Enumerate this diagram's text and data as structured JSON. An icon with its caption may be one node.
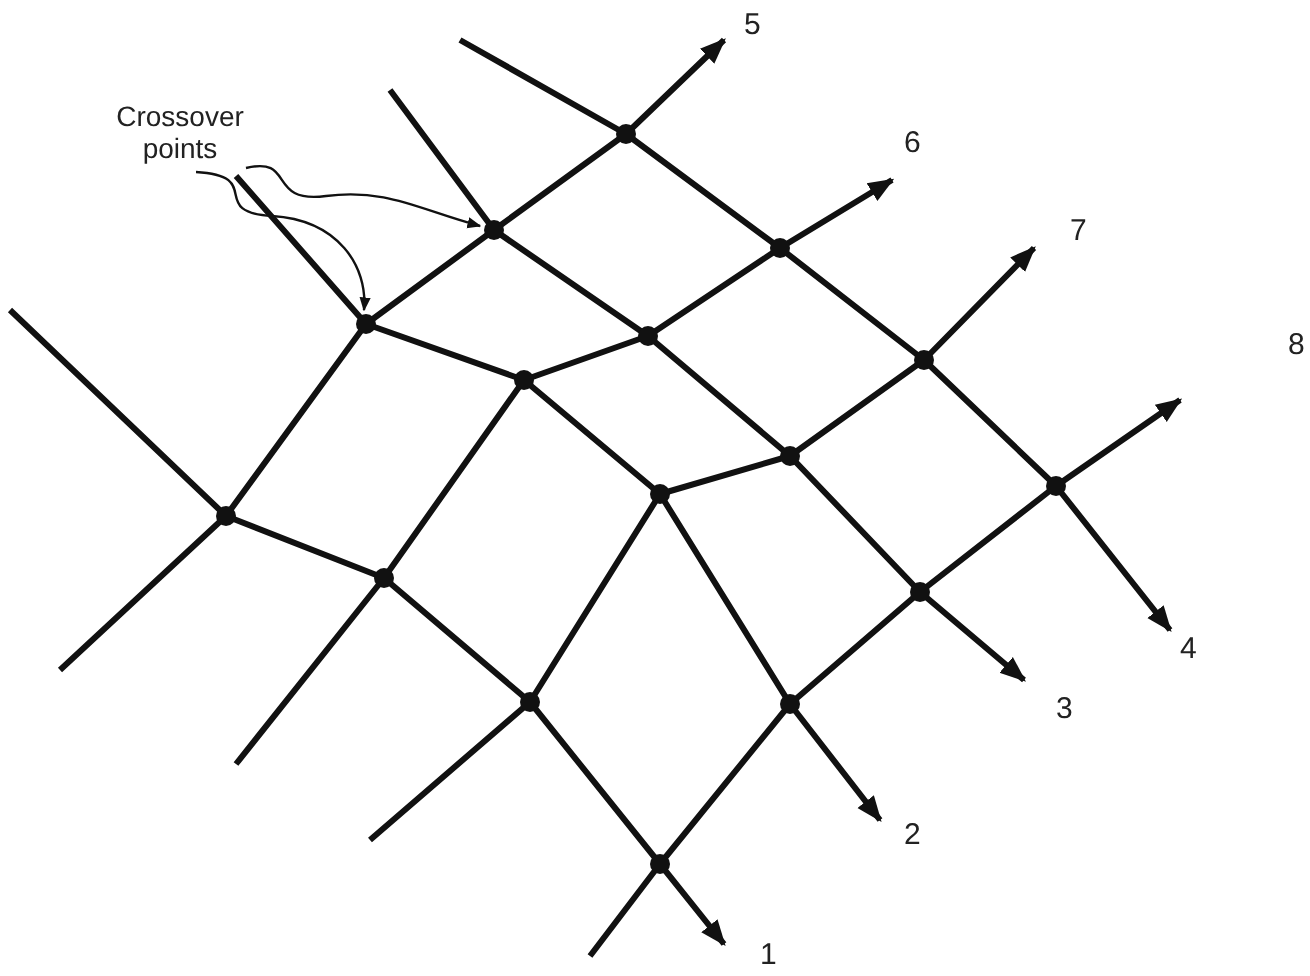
{
  "diagram": {
    "nodes": [
      {
        "text": [
          "Crossover points"
        ]
      },
      {
        "text": [],
        "shape": "circle"
      },
      {
        "text": [],
        "shape": "circle"
      }
    ],
    "edges": [
      {
        "from": 0,
        "to": 1,
        "arrow": "to"
      },
      {
        "from": 0,
        "to": 2,
        "arrow": "to"
      }
    ],
    "labels": [
      "5",
      "6",
      "7",
      "8",
      "4",
      "3",
      "2",
      "1"
    ]
  }
}
